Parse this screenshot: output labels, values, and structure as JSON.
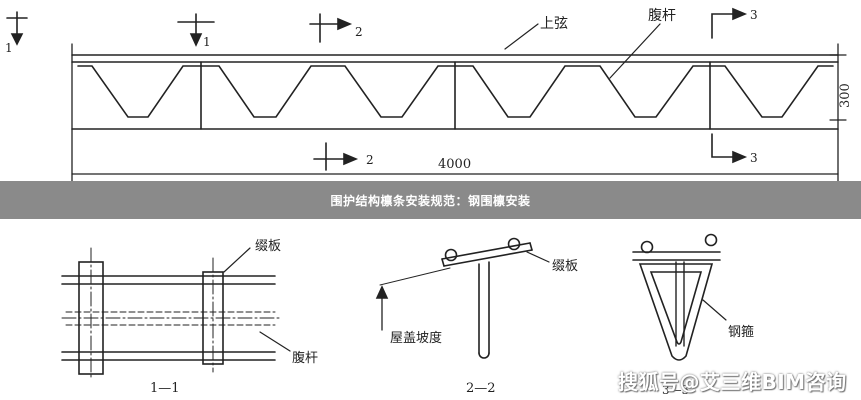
{
  "diagram": {
    "caption": "围护结构檩条安装规范：钢围檩安装",
    "watermark": "搜狐号@艾三维BIM咨询",
    "top_view": {
      "label_upper_chord": "上弦",
      "label_web_member": "腹杆",
      "dim_height": "300",
      "dim_length": "4000",
      "section_1": "1",
      "section_2": "2",
      "section_3": "3"
    },
    "detail_1_1": {
      "title": "1—1",
      "label_plate": "缀板",
      "label_web": "腹杆"
    },
    "detail_2_2": {
      "title": "2—2",
      "label_plate": "缀板",
      "label_slope": "屋盖坡度"
    },
    "detail_3_3": {
      "title": "3—3",
      "label_bar": "钢箍"
    },
    "colors": {
      "line": "#222222",
      "banner": "#8a8a8a",
      "paper": "#ffffff"
    }
  }
}
